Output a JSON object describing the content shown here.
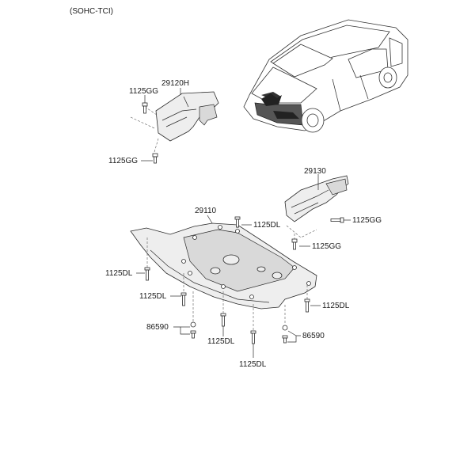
{
  "header": {
    "variant": "(SOHC-TCI)"
  },
  "parts": {
    "heat_protector_left": "29120H",
    "heat_protector_right": "29130",
    "under_cover": "29110"
  },
  "fasteners": {
    "gg_top": "1125GG",
    "gg_bottom_left": "1125GG",
    "gg_right_upper": "1125GG",
    "gg_right_lower": "1125GG",
    "dl_top": "1125DL",
    "dl_left_1": "1125DL",
    "dl_left_2": "1125DL",
    "dl_right": "1125DL",
    "dl_mid": "1125DL",
    "dl_bottom": "1125DL",
    "clip_left": "86590",
    "clip_right": "86590"
  }
}
